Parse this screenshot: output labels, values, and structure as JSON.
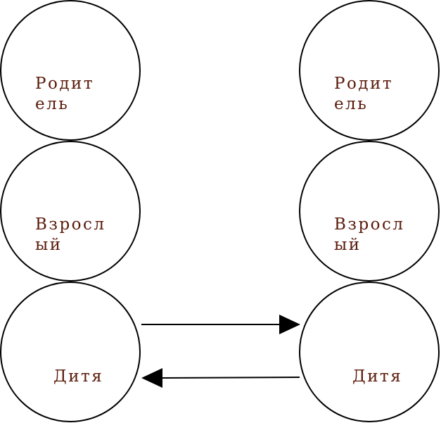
{
  "colors": {
    "text": "#5a1a0a",
    "stroke": "#000000"
  },
  "left_column": {
    "parent": {
      "line1": "Родит",
      "line2": "ель"
    },
    "adult": {
      "line1": "Взросл",
      "line2": "ый"
    },
    "child": {
      "line1": "Дитя"
    }
  },
  "right_column": {
    "parent": {
      "line1": "Родит",
      "line2": "ель"
    },
    "adult": {
      "line1": "Взросл",
      "line2": "ый"
    },
    "child": {
      "line1": "Дитя"
    }
  },
  "arrows": [
    {
      "from": "left_column.child",
      "to": "right_column.child"
    },
    {
      "from": "right_column.child",
      "to": "left_column.child"
    }
  ]
}
